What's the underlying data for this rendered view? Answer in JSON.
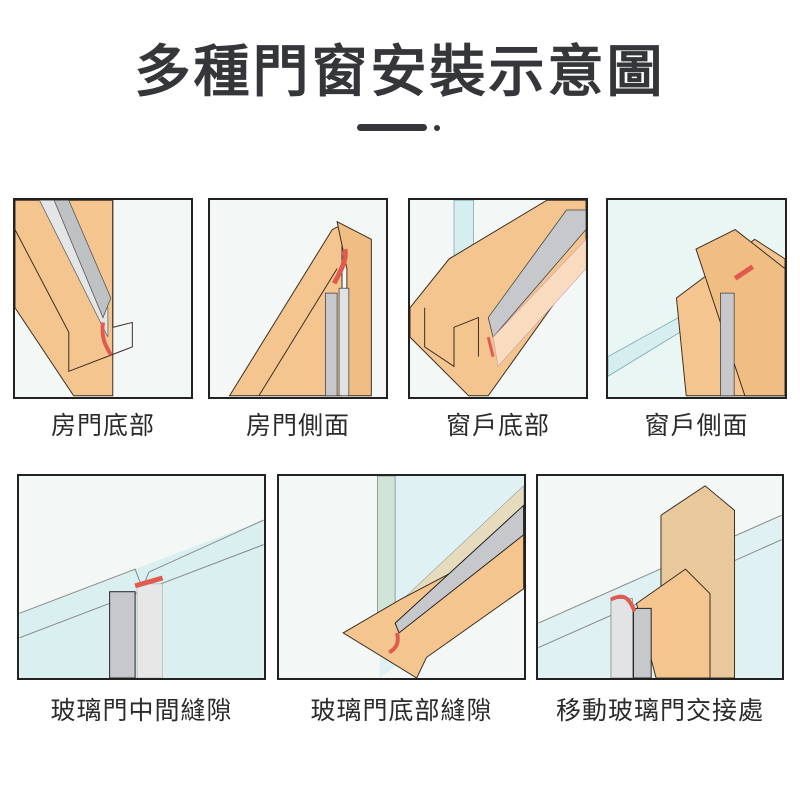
{
  "title": "多種門窗安裝示意圖",
  "colors": {
    "wood": "#f4c58f",
    "wood_dark": "#e8ad6d",
    "glass": "#d6eef0",
    "strip": "#c6c8cb",
    "seal_red": "#e05a4f",
    "outline": "#3a2c22",
    "text": "#35363a"
  },
  "panels": [
    {
      "id": "door-bottom",
      "caption": "房門底部",
      "icon": "door-bottom-seal-illustration"
    },
    {
      "id": "door-side",
      "caption": "房門側面",
      "icon": "door-side-seal-illustration"
    },
    {
      "id": "window-bottom",
      "caption": "窗戶底部",
      "icon": "window-bottom-seal-illustration"
    },
    {
      "id": "window-side",
      "caption": "窗戶側面",
      "icon": "window-side-seal-illustration"
    },
    {
      "id": "glass-door-middle-gap",
      "caption": "玻璃門中間縫隙",
      "icon": "glass-door-middle-gap-illustration"
    },
    {
      "id": "glass-door-bottom-gap",
      "caption": "玻璃門底部縫隙",
      "icon": "glass-door-bottom-gap-illustration"
    },
    {
      "id": "sliding-glass-door-junction",
      "caption": "移動玻璃門交接處",
      "icon": "sliding-glass-door-junction-illustration"
    }
  ]
}
